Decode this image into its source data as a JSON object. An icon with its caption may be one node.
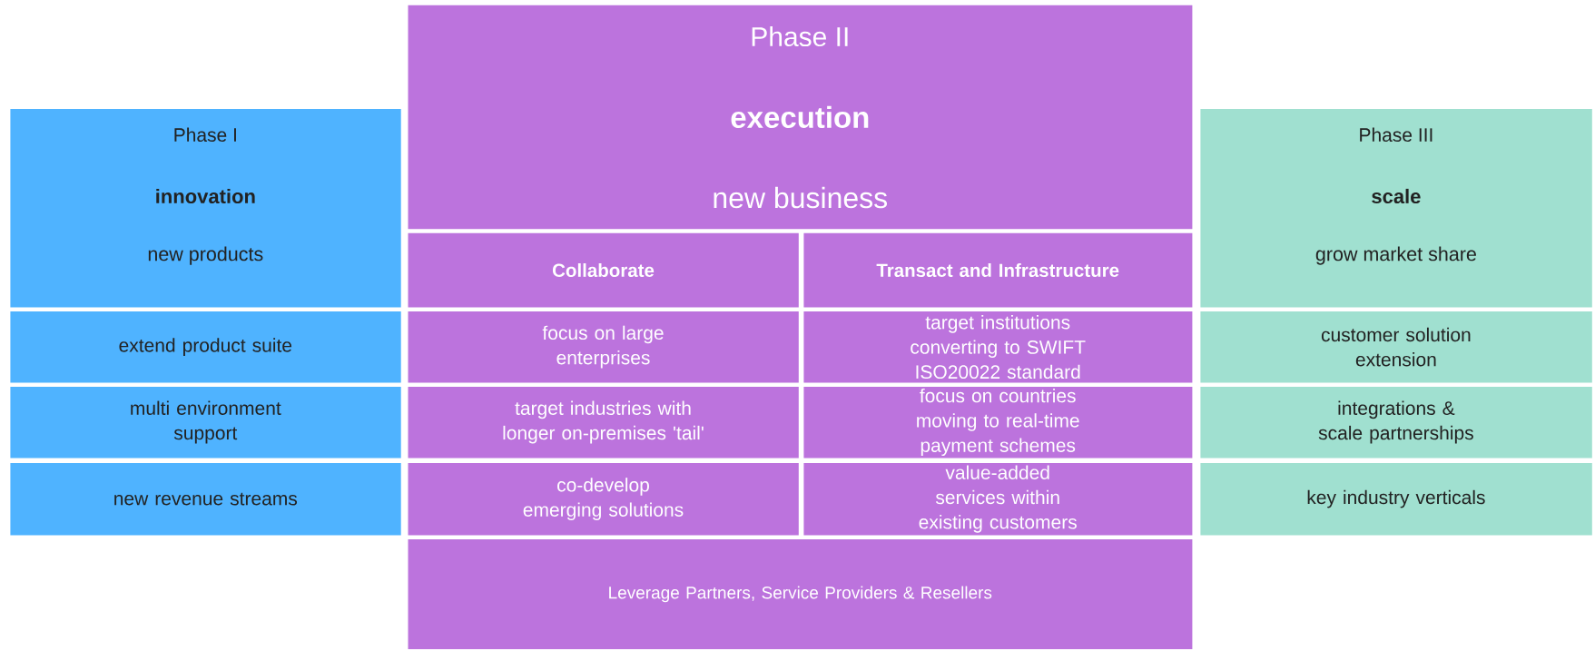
{
  "diagram": {
    "nodes": [
      {
        "text": [
          "Phase II",
          "execution",
          "new business"
        ]
      },
      {
        "text": [
          "Phase I",
          "innovation",
          "new products"
        ]
      },
      {
        "text": [
          "Collaborate"
        ]
      },
      {
        "text": [
          "Transact and Infrastructure"
        ]
      },
      {
        "text": [
          "Phase III",
          "scale",
          "grow market share"
        ]
      },
      {
        "text": [
          "extend product suite"
        ]
      },
      {
        "text": [
          "focus on large enterprises"
        ]
      },
      {
        "text": [
          "target institutions converting to SWIFT ISO20022 standard"
        ]
      },
      {
        "text": [
          "customer solution extension"
        ]
      },
      {
        "text": [
          "multi environment support"
        ]
      },
      {
        "text": [
          "target industries with longer on-premises 'tail'"
        ]
      },
      {
        "text": [
          "focus on countries moving to real-time payment schemes"
        ]
      },
      {
        "text": [
          "integrations & scale partnerships"
        ]
      },
      {
        "text": [
          "new revenue streams"
        ]
      },
      {
        "text": [
          "co-develop emerging solutions"
        ]
      },
      {
        "text": [
          "value-added services within existing customers"
        ]
      },
      {
        "text": [
          "key industry verticals"
        ]
      },
      {
        "text": [
          "Leverage Partners, Service Providers & Resellers"
        ]
      }
    ]
  }
}
